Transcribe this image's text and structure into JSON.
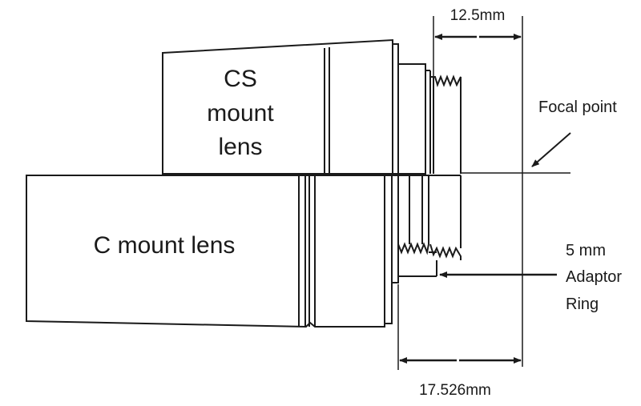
{
  "cs_lens": {
    "label_lines": [
      "CS",
      "mount",
      "lens"
    ]
  },
  "c_lens": {
    "label": "C mount lens"
  },
  "dimensions": {
    "cs_distance": "12.5mm",
    "c_distance": "17.526mm"
  },
  "callouts": {
    "focal_point": "Focal point",
    "adaptor_ring_lines": [
      "5 mm",
      "Adaptor",
      "Ring"
    ]
  },
  "colors": {
    "ink": "#1a1a1a",
    "background": "#ffffff"
  }
}
